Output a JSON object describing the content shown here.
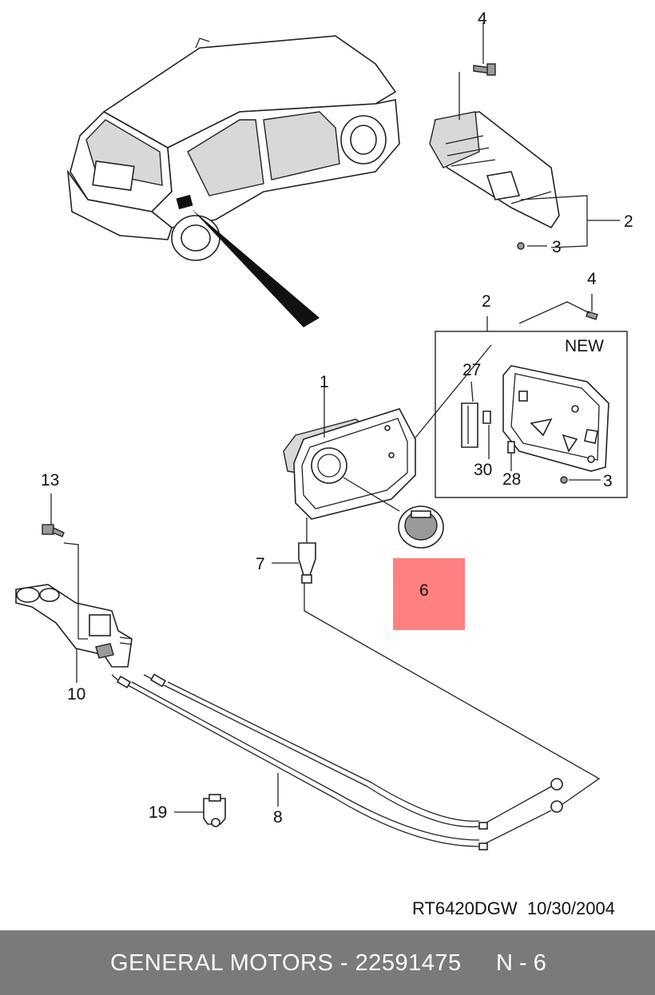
{
  "diagram": {
    "callouts": {
      "c1": "1",
      "c2_top": "2",
      "c2_mid": "2",
      "c3_top": "3",
      "c3_box": "3",
      "c4_top": "4",
      "c4_mid": "4",
      "c6": "6",
      "c7": "7",
      "c8": "8",
      "c10": "10",
      "c13": "13",
      "c19": "19",
      "c27": "27",
      "c28": "28",
      "c30": "30"
    },
    "new_box_label": "NEW",
    "highlight_color": "#ff8080"
  },
  "reference": {
    "code": "RT6420DGW",
    "date": "10/30/2004"
  },
  "footer": {
    "brand_part": "GENERAL MOTORS - 22591475",
    "page": "N - 6"
  }
}
